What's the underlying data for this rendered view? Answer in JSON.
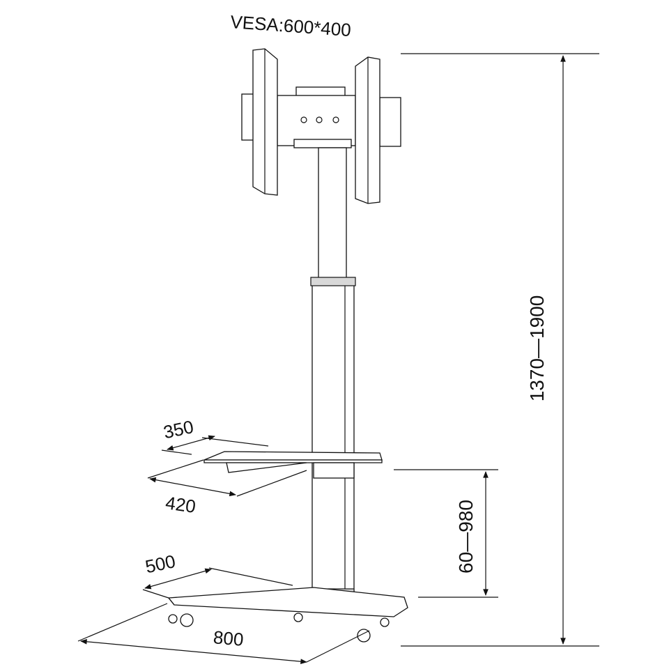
{
  "title": "VESA:600*400",
  "dimensions": {
    "total_height": "1370—1900",
    "shelf_height": "60—980",
    "shelf_depth": "350",
    "shelf_width": "420",
    "base_depth": "500",
    "base_width": "800"
  },
  "colors": {
    "line": "#111111",
    "fill": "#ffffff",
    "shade": "#d8d8d8"
  }
}
